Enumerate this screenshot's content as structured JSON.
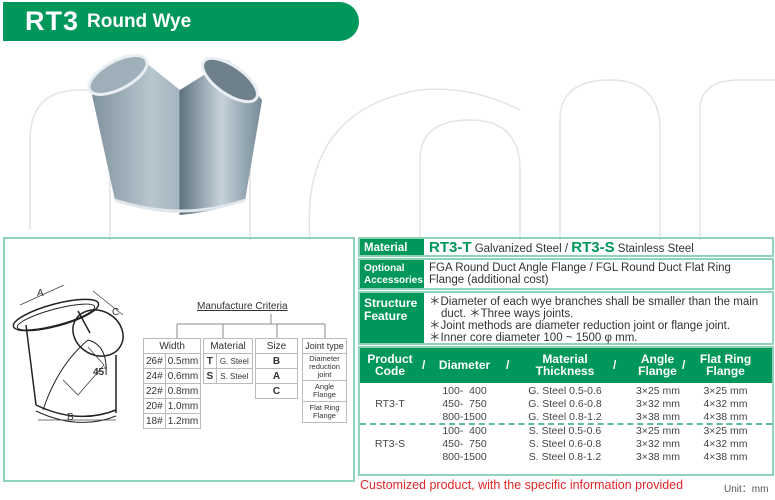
{
  "header": {
    "code": "RT3",
    "name": "Round Wye"
  },
  "diagram": {
    "labels": {
      "a": "A",
      "b": "B",
      "c": "C",
      "angle": "45˚"
    }
  },
  "criteria": {
    "title": "Manufacture Criteria",
    "width": {
      "header": "Width",
      "rows": [
        [
          "26#",
          "0.5mm"
        ],
        [
          "24#",
          "0.6mm"
        ],
        [
          "22#",
          "0.8mm"
        ],
        [
          "20#",
          "1.0mm"
        ],
        [
          "18#",
          "1.2mm"
        ]
      ]
    },
    "material": {
      "header": "Material",
      "rows": [
        [
          "T",
          "G. Steel"
        ],
        [
          "S",
          "S. Steel"
        ]
      ]
    },
    "size": {
      "header": "Size",
      "rows": [
        "B",
        "A",
        "C"
      ]
    },
    "joint": {
      "header": "Joint type",
      "rows": [
        "Diameter reduction joint",
        "Angle Flange",
        "Flat Ring Flange"
      ]
    }
  },
  "specs": {
    "material_label": "Material",
    "material_t_code": "RT3-T",
    "material_t": " Galvanized Steel / ",
    "material_s_code": "RT3-S",
    "material_s": " Stainless Steel",
    "optional_label": "Optional Accessories",
    "optional_value": "FGA Round Duct Angle Flange / FGL Round Duct Flat Ring Flange (additional cost)",
    "structure_label": "Structure Feature",
    "structure_lines": [
      "＊Diameter of each wye branches shall be smaller than the main",
      "duct.  ＊Three ways joints.",
      "＊Joint methods are diameter reduction joint or flange joint.",
      "＊Inner core diameter 100 ~ 1500 φ mm."
    ]
  },
  "product_table": {
    "headers": [
      "Product Code",
      "Diameter",
      "Material Thickness",
      "Angle Flange",
      "Flat Ring Flange"
    ],
    "sep": "/",
    "groups": [
      {
        "code": "RT3-T",
        "rows": [
          [
            "100-  400",
            "G. Steel 0.5-0.6",
            "3×25 mm",
            "3×25 mm"
          ],
          [
            "450-  750",
            "G. Steel 0.6-0.8",
            "3×32 mm",
            "4×32 mm"
          ],
          [
            "800-1500",
            "G. Steel 0.8-1.2",
            "3×38 mm",
            "4×38 mm"
          ]
        ]
      },
      {
        "code": "RT3-S",
        "rows": [
          [
            "100-  400",
            "S. Steel 0.5-0.6",
            "3×25 mm",
            "3×25 mm"
          ],
          [
            "450-  750",
            "S. Steel 0.6-0.8",
            "3×32 mm",
            "4×32 mm"
          ],
          [
            "800-1500",
            "S. Steel 0.8-1.2",
            "3×38 mm",
            "4×38 mm"
          ]
        ]
      }
    ]
  },
  "footer": {
    "custom": "Customized product, with the specific information provided",
    "unit": "Unit：mm"
  }
}
